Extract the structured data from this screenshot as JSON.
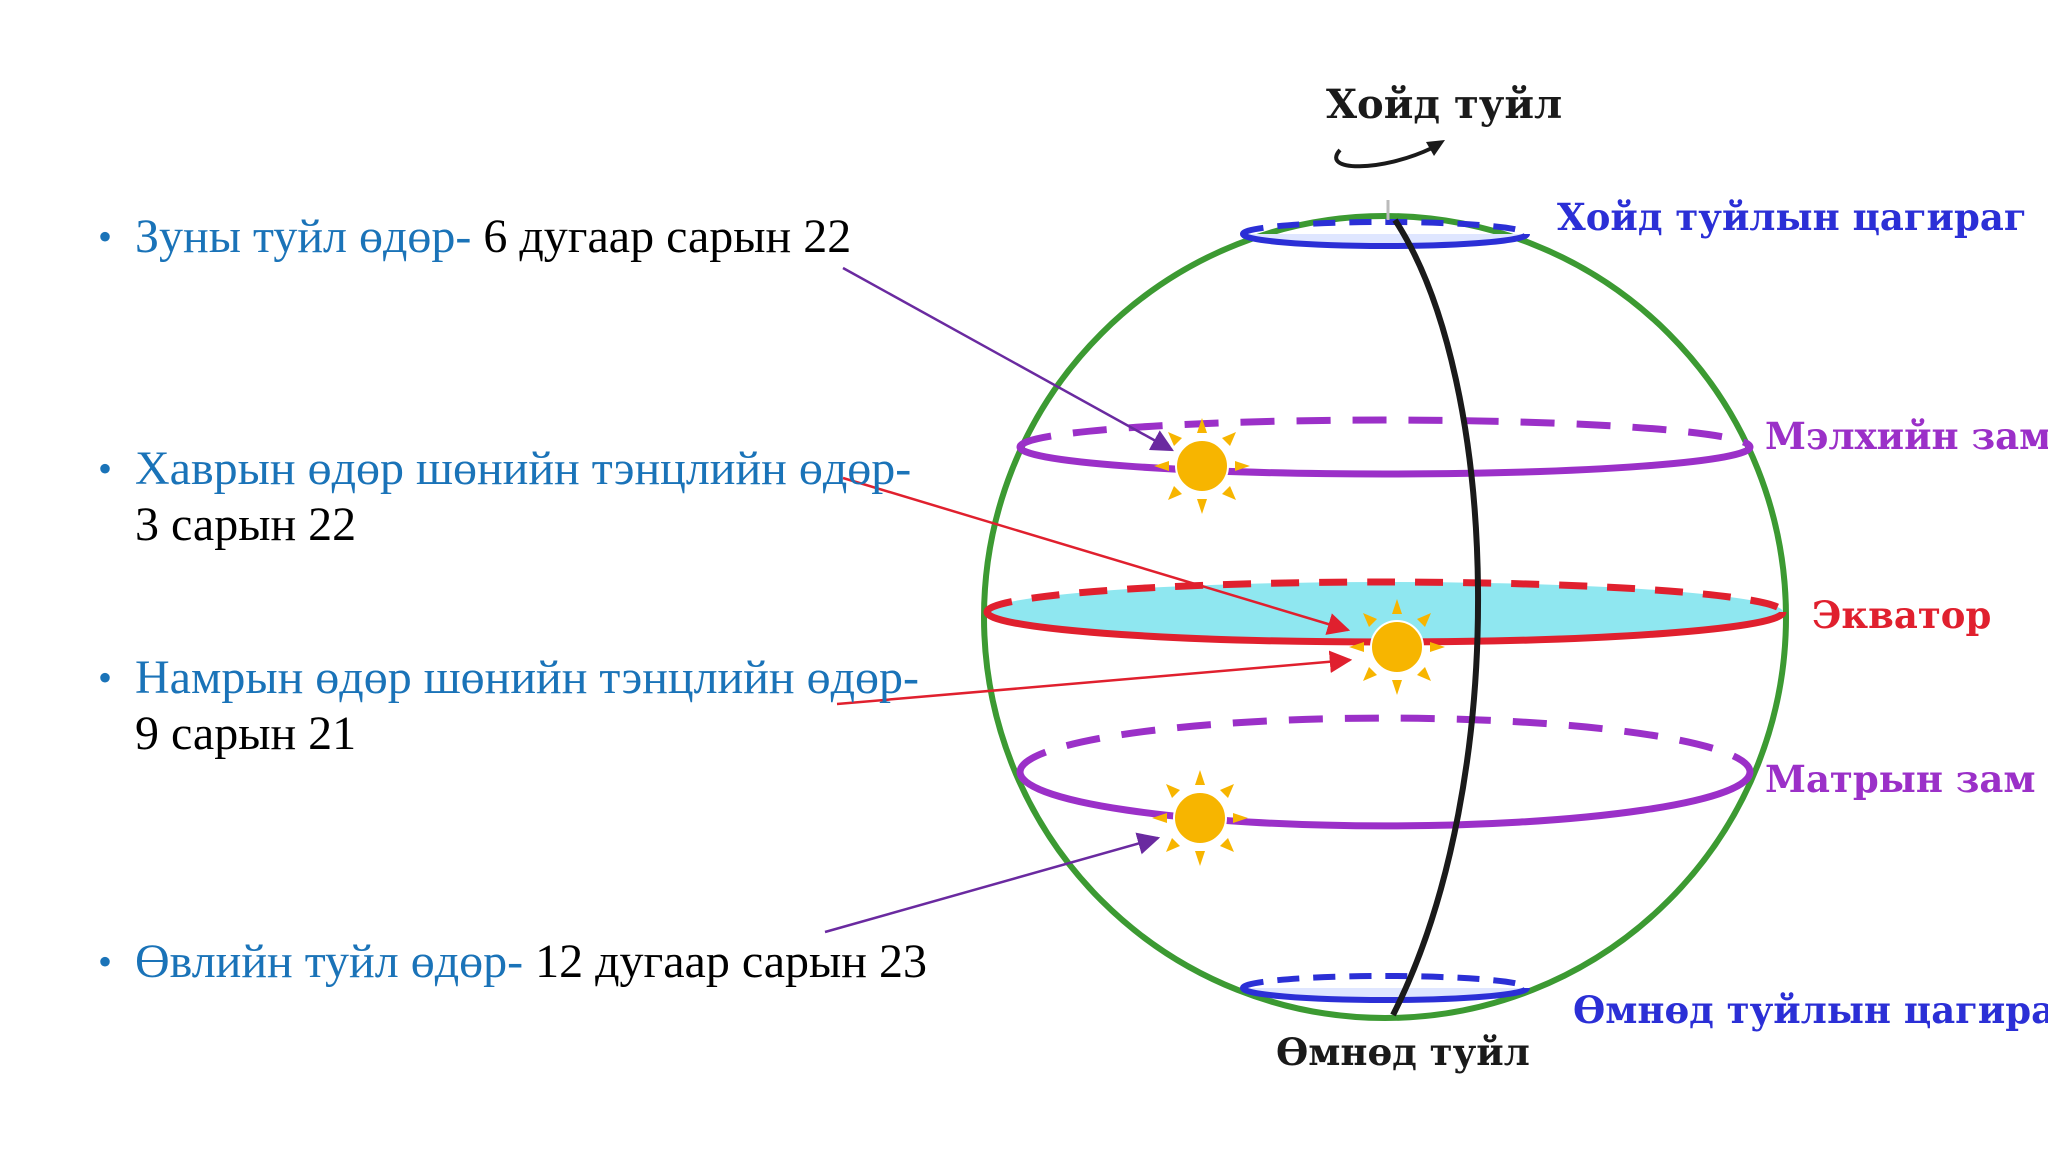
{
  "bullets": [
    {
      "label": "Зуны туйл өдөр-",
      "value": " 6 дугаар сарын 22"
    },
    {
      "label": "Хаврын өдөр шөнийн тэнцлийн өдөр-",
      "value": " 3 сарын 22"
    },
    {
      "label": "Намрын өдөр шөнийн тэнцлийн өдөр-",
      "value": " 9 сарын 21"
    },
    {
      "label": "Өвлийн туйл өдөр-",
      "value": " 12 дугаар сарын 23"
    }
  ],
  "globe": {
    "north_pole": "Хойд туйл",
    "south_pole": "Өмнөд туйл",
    "arctic_circle": "Хойд туйлын цагираг",
    "tropic_cancer": "Мэлхийн зам",
    "equator": "Экватор",
    "tropic_capricorn": "Матрын зам",
    "antarctic_circle": "Өмнөд туйлын цагираг"
  },
  "colors": {
    "bullet_label": "#1a73b8",
    "globe_outline": "#3c9a32",
    "polar_circles": "#2b2fd6",
    "tropics": "#9b30c8",
    "equator_line": "#e0202e",
    "equator_fill": "#8fe7f0",
    "sun": "#f7b500",
    "summer_arrow": "#6a2aa0",
    "equinox_arrow": "#e0202e",
    "winter_arrow": "#6a2aa0"
  }
}
